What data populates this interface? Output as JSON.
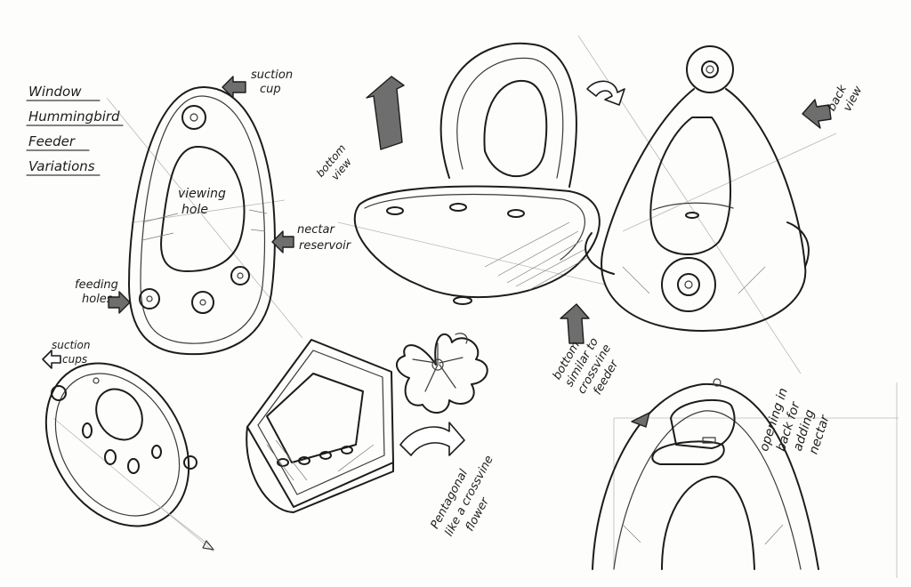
{
  "title_block": {
    "lines": [
      "Window",
      "Hummingbird",
      "Feeder",
      "Variations"
    ]
  },
  "labels": {
    "suction_cup": [
      "suction",
      "cup"
    ],
    "viewing_hole": [
      "viewing",
      "hole"
    ],
    "nectar_reservoir": [
      "nectar",
      "reservoir"
    ],
    "feeding_holes": [
      "feeding",
      "holes"
    ],
    "suction_cups": [
      "suction",
      "cups"
    ],
    "bottom_view": [
      "bottom",
      "view"
    ],
    "back_view": [
      "back",
      "view"
    ],
    "bottom_similar": [
      "bottom",
      "similar to",
      "crossvine",
      "feeder"
    ],
    "pentagonal": [
      "Pentagonal",
      "like a crossvine",
      "flower"
    ],
    "opening_back": [
      "opening in",
      "back for",
      "adding",
      "nectar"
    ]
  },
  "icons": {
    "arrow": "block-arrow",
    "flower": "crossvine-flower-sketch"
  },
  "colors": {
    "paper": "#fdfdfb",
    "ink": "#1c1c1c",
    "guide": "#b9b9b9"
  }
}
